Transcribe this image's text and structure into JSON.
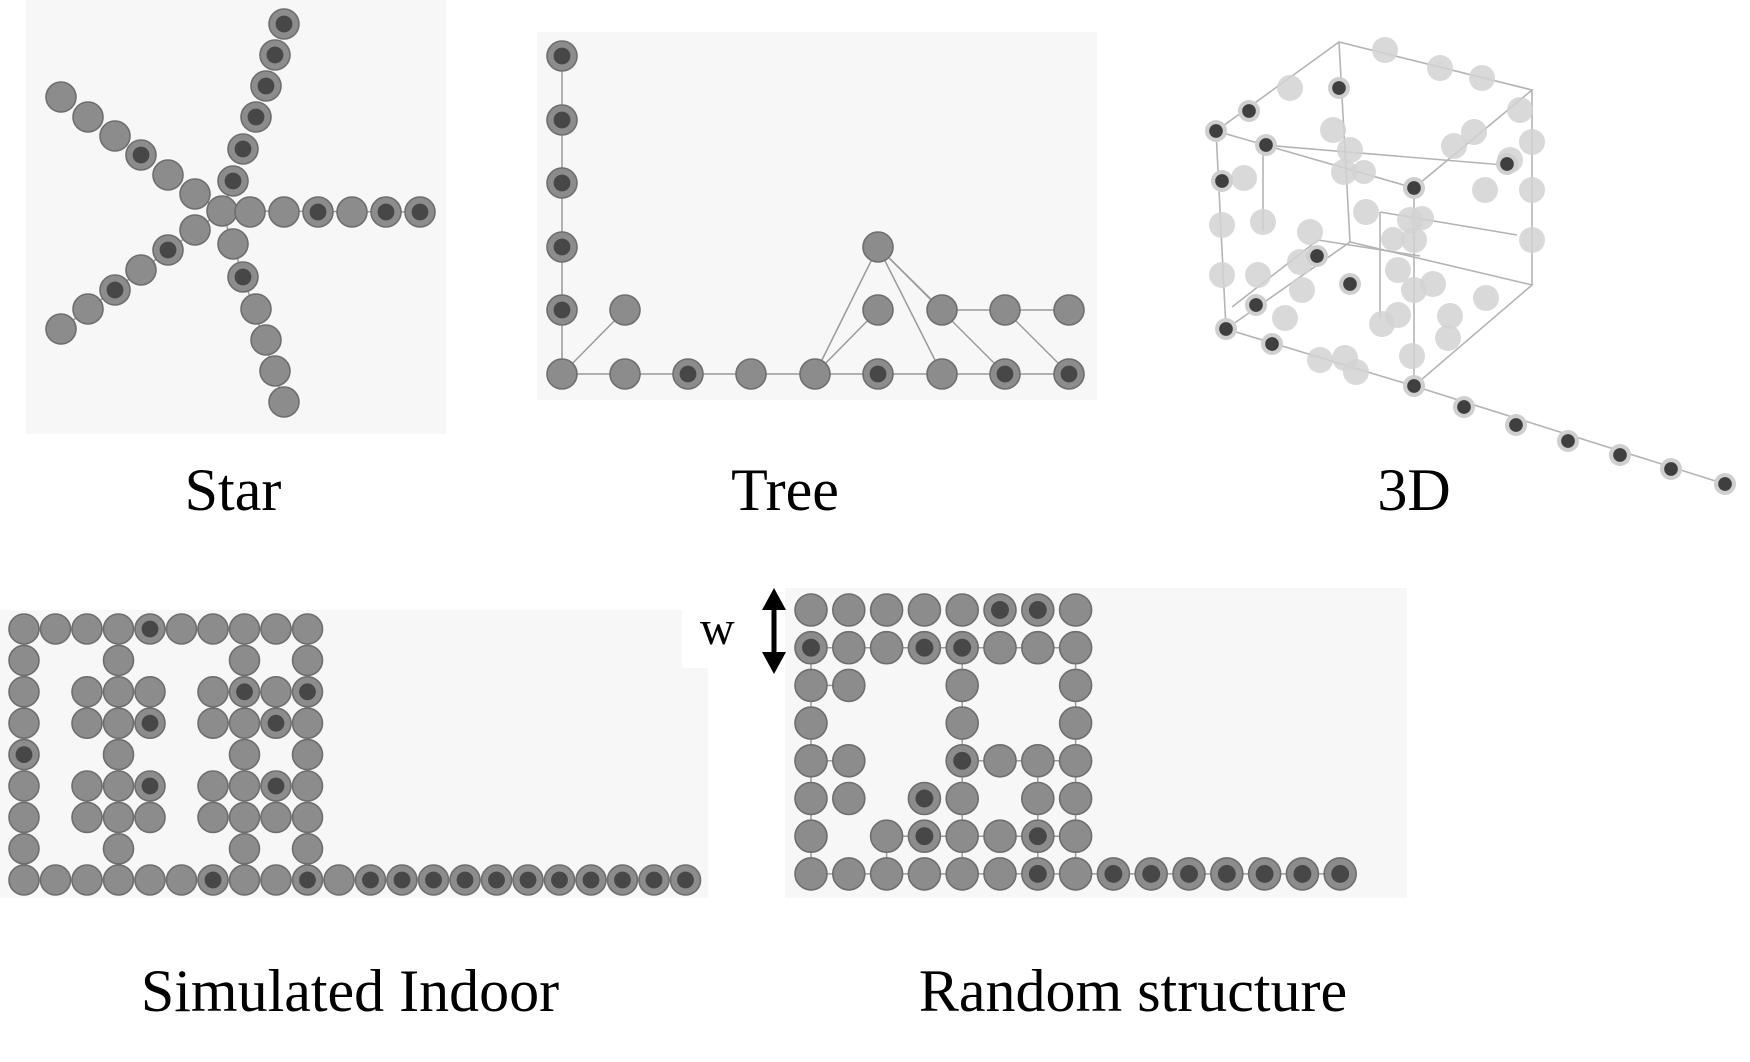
{
  "panels": {
    "star": {
      "label": "Star"
    },
    "tree": {
      "label": "Tree"
    },
    "three_d": {
      "label": "3D"
    },
    "indoor": {
      "label": "Simulated Indoor"
    },
    "random": {
      "label": "Random structure",
      "width_marker": "w"
    }
  },
  "colors": {
    "node_fill": "#8c8c8c",
    "node_stroke": "#6e6e6e",
    "node_inner": "#474747",
    "node_light": "#d2d2d2",
    "edge": "#9a9a9a",
    "panel_background": "#f7f7f7"
  }
}
